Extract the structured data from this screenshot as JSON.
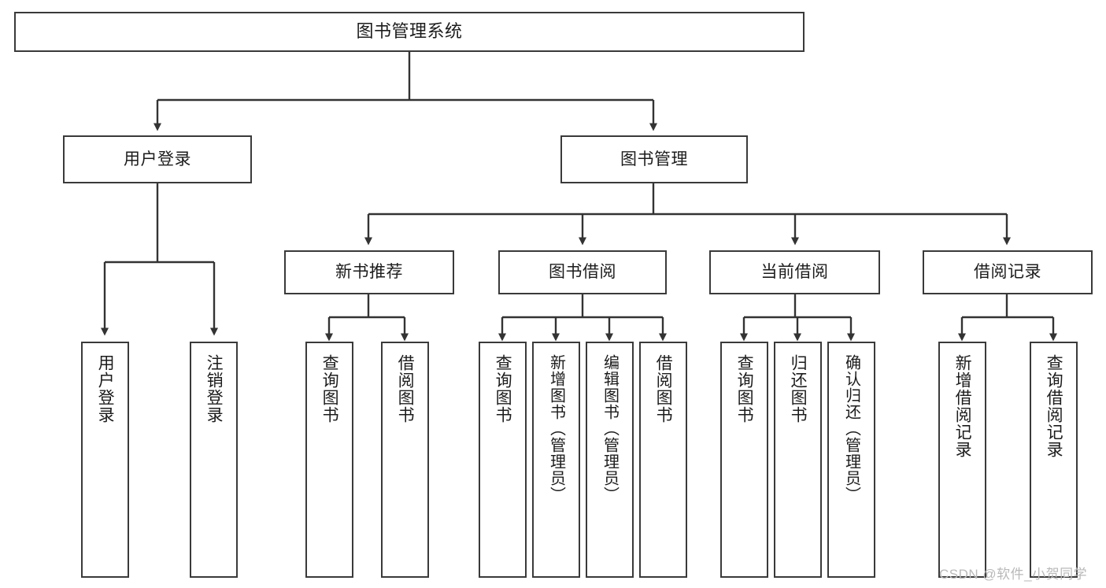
{
  "diagram": {
    "type": "tree-hierarchy",
    "title": "图书管理系统",
    "root": {
      "label": "图书管理系统"
    },
    "level2": [
      {
        "label": "用户登录"
      },
      {
        "label": "图书管理"
      }
    ],
    "level3": [
      {
        "label": "新书推荐"
      },
      {
        "label": "图书借阅"
      },
      {
        "label": "当前借阅"
      },
      {
        "label": "借阅记录"
      }
    ],
    "leaves": {
      "user_login": [
        {
          "label": "用户登录"
        },
        {
          "label": "注销登录"
        }
      ],
      "new_book_recommend": [
        {
          "label": "查询图书"
        },
        {
          "label": "借阅图书"
        }
      ],
      "book_borrow": [
        {
          "label": "查询图书"
        },
        {
          "label": "新增图书（管理员）"
        },
        {
          "label": "编辑图书（管理员）"
        },
        {
          "label": "借阅图书"
        }
      ],
      "current_borrow": [
        {
          "label": "查询图书"
        },
        {
          "label": "归还图书"
        },
        {
          "label": "确认归还（管理员）"
        }
      ],
      "borrow_record": [
        {
          "label": "新增借阅记录"
        },
        {
          "label": "查询借阅记录"
        }
      ]
    }
  },
  "watermark": {
    "text": "CSDN @软件_小贺同学"
  },
  "colors": {
    "background": "#ffffff",
    "node_fill": "#ffffff",
    "node_border": "#3a3a3a",
    "connector": "#333333",
    "text": "#1c1c1c",
    "watermark": "#b9b9b9"
  }
}
